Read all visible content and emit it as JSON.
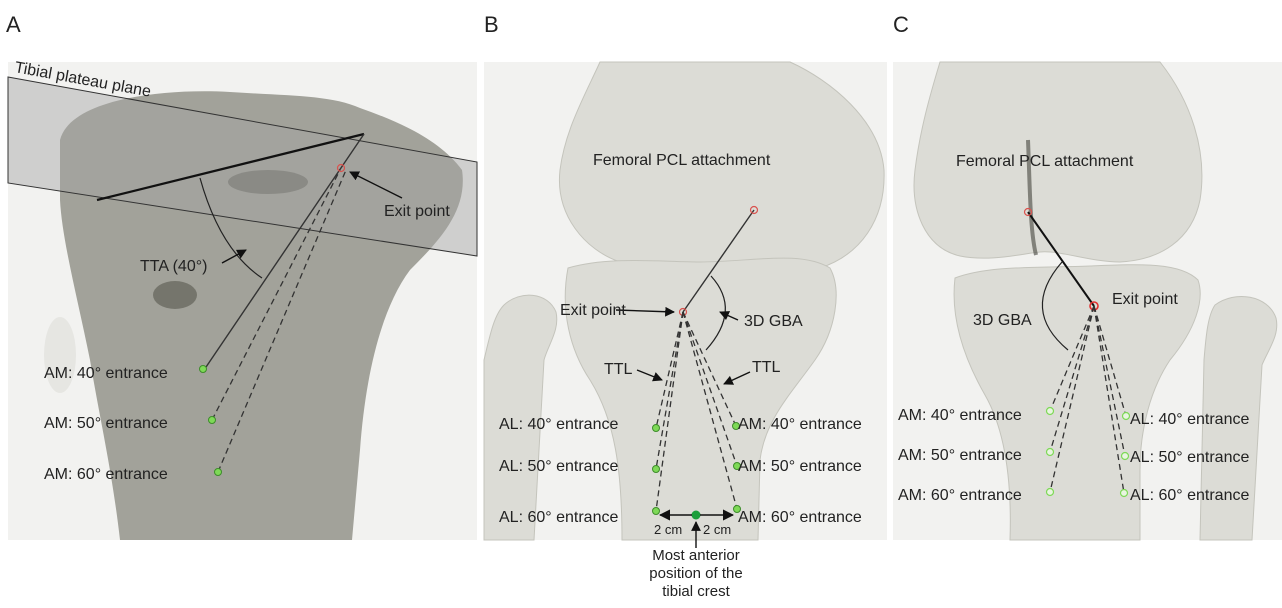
{
  "panels": {
    "a": {
      "letter": "A",
      "plane_label": "Tibial plateau plane",
      "exit_label": "Exit point",
      "angle_label": "TTA (40°)",
      "entrances": [
        "AM: 40° entrance",
        "AM: 50° entrance",
        "AM: 60° entrance"
      ]
    },
    "b": {
      "letter": "B",
      "femoral_label": "Femoral PCL attachment",
      "exit_label": "Exit point",
      "gba_label": "3D GBA",
      "ttl_left": "TTL",
      "ttl_right": "TTL",
      "left_entrances": [
        "AL: 40° entrance",
        "AL: 50° entrance",
        "AL: 60° entrance"
      ],
      "right_entrances": [
        "AM: 40° entrance",
        "AM: 50° entrance",
        "AM: 60° entrance"
      ],
      "dist_left": "2 cm",
      "dist_right": "2 cm",
      "crest_note": [
        "Most anterior",
        "position of the",
        "tibial crest"
      ]
    },
    "c": {
      "letter": "C",
      "femoral_label": "Femoral PCL attachment",
      "exit_label": "Exit point",
      "gba_label": "3D GBA",
      "left_entrances": [
        "AM: 40° entrance",
        "AM: 50° entrance",
        "AM: 60° entrance"
      ],
      "right_entrances": [
        "AL: 40° entrance",
        "AL: 50° entrance",
        "AL: 60° entrance"
      ]
    }
  },
  "colors": {
    "panel_bg": "#f2f2f0",
    "bone_transparent": "#8c8c82",
    "bone": "#dcdcd6",
    "bone_shadow": "#b8b8b0",
    "entrance_marker": "#7ed957",
    "crest_marker": "#1a9e3a",
    "exit_marker": "#d9534f",
    "text": "#222222"
  }
}
